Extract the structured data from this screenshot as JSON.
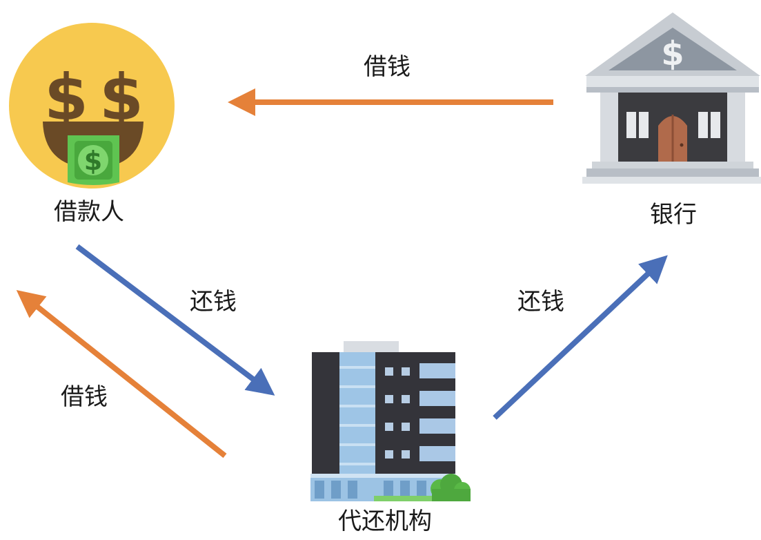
{
  "nodes": {
    "borrower": {
      "label": "借款人",
      "icon": "money-mouth-face-icon"
    },
    "bank": {
      "label": "银行",
      "icon": "bank-building-icon",
      "sign": "$"
    },
    "agency": {
      "label": "代还机构",
      "icon": "office-building-icon"
    }
  },
  "edges": {
    "bank_to_borrower": {
      "label": "借钱",
      "color": "#e58139"
    },
    "borrower_to_agency": {
      "label": "还钱",
      "color": "#4a6fb8"
    },
    "agency_to_bank": {
      "label": "还钱",
      "color": "#4a6fb8"
    },
    "agency_to_borrower": {
      "label": "借钱",
      "color": "#e58139"
    }
  },
  "emoji": {
    "eye_left": "$",
    "eye_right": "$",
    "tongue_sign": "$"
  }
}
